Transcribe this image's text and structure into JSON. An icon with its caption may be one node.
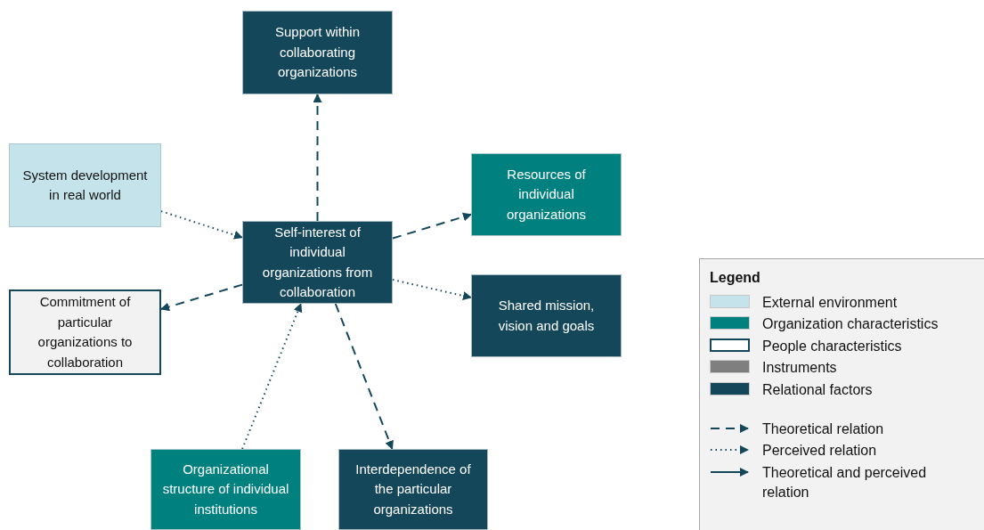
{
  "diagram": {
    "nodes": [
      {
        "text": [
          "Support within collaborating organizations"
        ]
      },
      {
        "text": [
          "System development in real world"
        ]
      },
      {
        "text": [
          "Resources of individual organizations"
        ]
      },
      {
        "text": [
          "Self-interest of individual organizations from collaboration"
        ]
      },
      {
        "text": [
          "Commitment of particular organizations to collaboration"
        ]
      },
      {
        "text": [
          "Shared mission, vision and goals"
        ]
      },
      {
        "text": [
          "Organizational structure of individual institutions"
        ]
      },
      {
        "text": [
          "Interdependence of the particular organizations"
        ]
      }
    ],
    "edges": [
      {
        "from": 3,
        "to": 0,
        "arrow": "to",
        "style": "dashed"
      },
      {
        "from": 1,
        "to": 3,
        "arrow": "to"
      },
      {
        "from": 3,
        "to": 2,
        "arrow": "to",
        "style": "dashed"
      },
      {
        "from": 3,
        "to": 4,
        "arrow": "to",
        "style": "dashed"
      },
      {
        "from": 3,
        "to": 5,
        "arrow": "to"
      },
      {
        "from": 6,
        "to": 3,
        "arrow": "to"
      },
      {
        "from": 3,
        "to": 7,
        "arrow": "to",
        "style": "dashed"
      }
    ],
    "labels": [
      "Legend"
    ],
    "legend": [
      {
        "text": "External environment",
        "color": "#c5e3ea"
      },
      {
        "text": "Organization characteristics",
        "color": "#00807f"
      },
      {
        "text": "People characteristics",
        "color": "#ffffff"
      },
      {
        "text": "Instruments",
        "color": "#7f7f7f"
      },
      {
        "text": "Relational factors",
        "color": "#14475a"
      },
      {
        "text": "Theoretical relation"
      },
      {
        "text": "Perceived relation"
      },
      {
        "text": "Theoretical and perceived relation"
      }
    ]
  }
}
